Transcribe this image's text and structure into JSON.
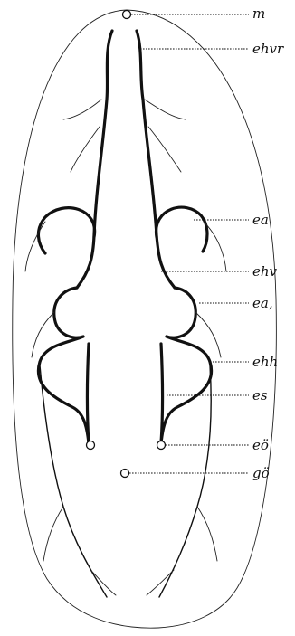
{
  "labels": {
    "m": "m",
    "ehvr": "ehvr",
    "ea": "ea",
    "ehv": "ehv",
    "ea_comma": "ea,",
    "ehh": "ehh",
    "es": "es",
    "eo": "eö",
    "go": "gö"
  },
  "colors": {
    "ink": "#111111",
    "background": "#ffffff"
  }
}
